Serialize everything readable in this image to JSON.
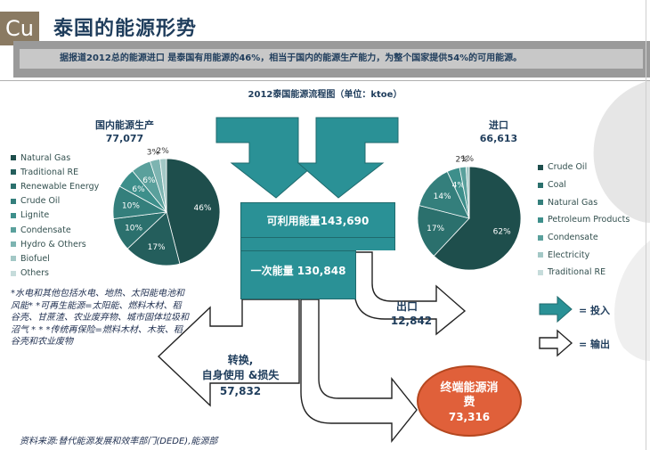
{
  "header": {
    "logo_text": "Cu",
    "title": "泰国的能源形势"
  },
  "banner": {
    "text": "据报道2012总的能源进口 是泰国有用能源的46%，相当于国内的能源生产能力，为整个国家提供54%的可用能源。"
  },
  "flow_title": "2012泰国能源流程图（单位：ktoe）",
  "domestic": {
    "title": "国内能源生产",
    "value": "77,077",
    "legend": [
      {
        "label": "Natural Gas",
        "color": "#1e4e4c"
      },
      {
        "label": "Traditional RE",
        "color": "#245e5c"
      },
      {
        "label": "Renewable Energy",
        "color": "#2b706d"
      },
      {
        "label": "Crude Oil",
        "color": "#347f7c"
      },
      {
        "label": "Lignite",
        "color": "#3d8f8b"
      },
      {
        "label": "Condensate",
        "color": "#5aa09c"
      },
      {
        "label": "Hydro & Others",
        "color": "#7db4b1"
      },
      {
        "label": "Biofuel",
        "color": "#a3c8c6"
      },
      {
        "label": "Others",
        "color": "#c6dcdb"
      }
    ]
  },
  "imports": {
    "title": "进口",
    "value": "66,613",
    "legend": [
      {
        "label": "Crude Oil",
        "color": "#1e4e4c"
      },
      {
        "label": "Coal",
        "color": "#2b706d"
      },
      {
        "label": "Natural Gas",
        "color": "#347f7c"
      },
      {
        "label": "Petroleum Products",
        "color": "#3d8f8b"
      },
      {
        "label": "Condensate",
        "color": "#5aa09c"
      },
      {
        "label": "Electricity",
        "color": "#a3c8c6"
      },
      {
        "label": "Traditional RE",
        "color": "#c6dcdb"
      }
    ]
  },
  "chart_data": [
    {
      "type": "pie",
      "title": "国内能源生产",
      "slices": [
        {
          "label": "46%",
          "value": 46,
          "color": "#1e4e4c"
        },
        {
          "label": "17%",
          "value": 17,
          "color": "#245e5c"
        },
        {
          "label": "10%",
          "value": 10,
          "color": "#2b706d"
        },
        {
          "label": "10%",
          "value": 10,
          "color": "#347f7c"
        },
        {
          "label": "6%",
          "value": 6,
          "color": "#3d8f8b"
        },
        {
          "label": "6%",
          "value": 6,
          "color": "#5aa09c"
        },
        {
          "label": "3%",
          "value": 3,
          "color": "#7db4b1"
        },
        {
          "label": "2%",
          "value": 2,
          "color": "#a3c8c6"
        }
      ]
    },
    {
      "type": "pie",
      "title": "进口",
      "slices": [
        {
          "label": "62%",
          "value": 62,
          "color": "#1e4e4c"
        },
        {
          "label": "17%",
          "value": 17,
          "color": "#2b706d"
        },
        {
          "label": "14%",
          "value": 14,
          "color": "#347f7c"
        },
        {
          "label": "4%",
          "value": 4,
          "color": "#3d8f8b"
        },
        {
          "label": "2%",
          "value": 2,
          "color": "#5aa09c"
        },
        {
          "label": "1%",
          "value": 1,
          "color": "#a3c8c6"
        }
      ]
    }
  ],
  "flow": {
    "available_label": "可利用能量143,690",
    "primary_label": "一次能量 130,848",
    "export_label": "出口",
    "export_value": "12,842",
    "conversion_label_1": "转换,",
    "conversion_label_2": "自身使用 &损失",
    "conversion_value": "57,832",
    "final_label_1": "终端能源消",
    "final_label_2": "费",
    "final_value": "73,316"
  },
  "key": {
    "input_label": "= 投入",
    "output_label": "= 输出"
  },
  "note": "*水电和其他包括水电、地热、太阳能电池和风能* *可再生能源=太阳能、燃料木材、稻谷壳、甘蔗渣、农业废弃物、城市固体垃圾和沼气 * * *传统再保险=燃料木材、木炭、稻谷壳和农业废物",
  "source": "资料来源:替代能源发展和效率部门(DEDE),能源部",
  "colors": {
    "teal": "#2a9196",
    "navy": "#1f3d5c",
    "orange": "#e0603a"
  }
}
